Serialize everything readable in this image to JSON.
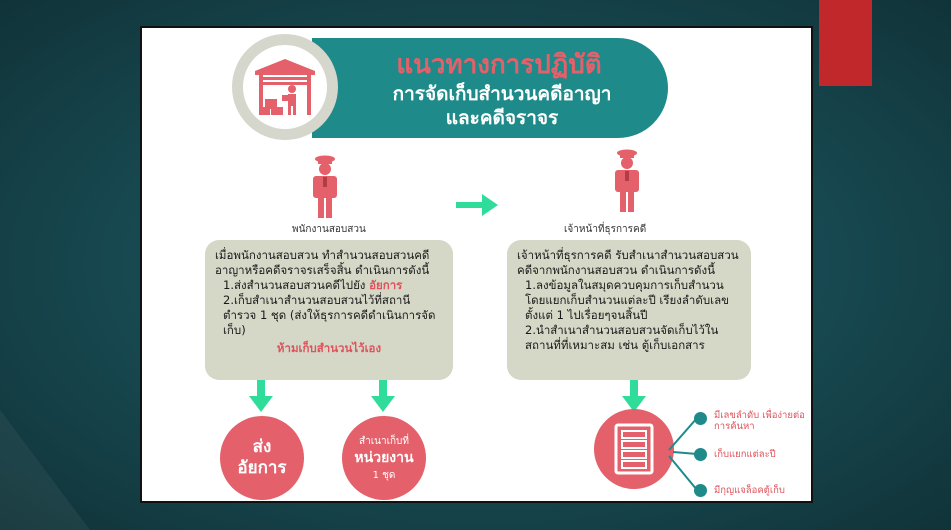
{
  "title": {
    "main": "แนวทางการปฏิบัติ",
    "line1": "การจัดเก็บสำนวนคดีอาญา",
    "line2": "และคดีจราจร"
  },
  "left": {
    "role": "พนักงานสอบสวน",
    "box": {
      "intro": "เมื่อพนักงานสอบสวน ทำสำนวนสอบสวนคดีอาญาหรือคดีจราจรเสร็จสิ้น ดำเนินการดังนี้",
      "item1_prefix": "1.ส่งสำนวนสอบสวนคดีไปยัง ",
      "item1_highlight": "อัยการ",
      "item2": "2.เก็บสำเนาสำนวนสอบสวนไว้ที่สถานีตำรวจ 1 ชุด (ส่งให้ธุรการคดีดำเนินการจัดเก็บ)",
      "warning": "ห้ามเก็บสำนวนไว้เอง"
    },
    "bubble1": {
      "line1": "ส่ง",
      "line2": "อัยการ"
    },
    "bubble2": {
      "line1": "สำเนาเก็บที่",
      "line2": "หน่วยงาน",
      "line3": "1 ชุด"
    }
  },
  "right": {
    "role": "เจ้าหน้าที่ธุรการคดี",
    "box": {
      "intro": "เจ้าหน้าที่ธุรการคดี รับสำเนาสำนวนสอบสวนคดีจากพนักงานสอบสวน ดำเนินการดังนี้",
      "item1": "1.ลงข้อมูลในสมุดควบคุมการเก็บสำนวนโดยแยกเก็บสำนวนแต่ละปี เรียงลำดับเลขตั้งแต่ 1 ไปเรื่อยๆจนสิ้นปี",
      "item2": "2.นำสำเนาสำนวนสอบสวนจัดเก็บไว้ในสถานที่ที่เหมาะสม เช่น ตู้เก็บเอกสาร"
    },
    "options": [
      {
        "text": "มีเลขลำดับ เพื่อง่ายต่อการค้นหา"
      },
      {
        "text": "เก็บแยกแต่ละปี"
      },
      {
        "text": "มีกุญแจล็อคตู้เก็บ"
      }
    ]
  },
  "colors": {
    "teal": "#1f8a8a",
    "coral": "#e4606a",
    "green_arrow": "#2fdc9a",
    "box_bg": "#d5d7c7",
    "corner_red": "#c0282b"
  },
  "icons": {
    "title": "warehouse-worker-icon",
    "officer": "police-officer-icon",
    "cabinet": "filing-cabinet-icon"
  }
}
